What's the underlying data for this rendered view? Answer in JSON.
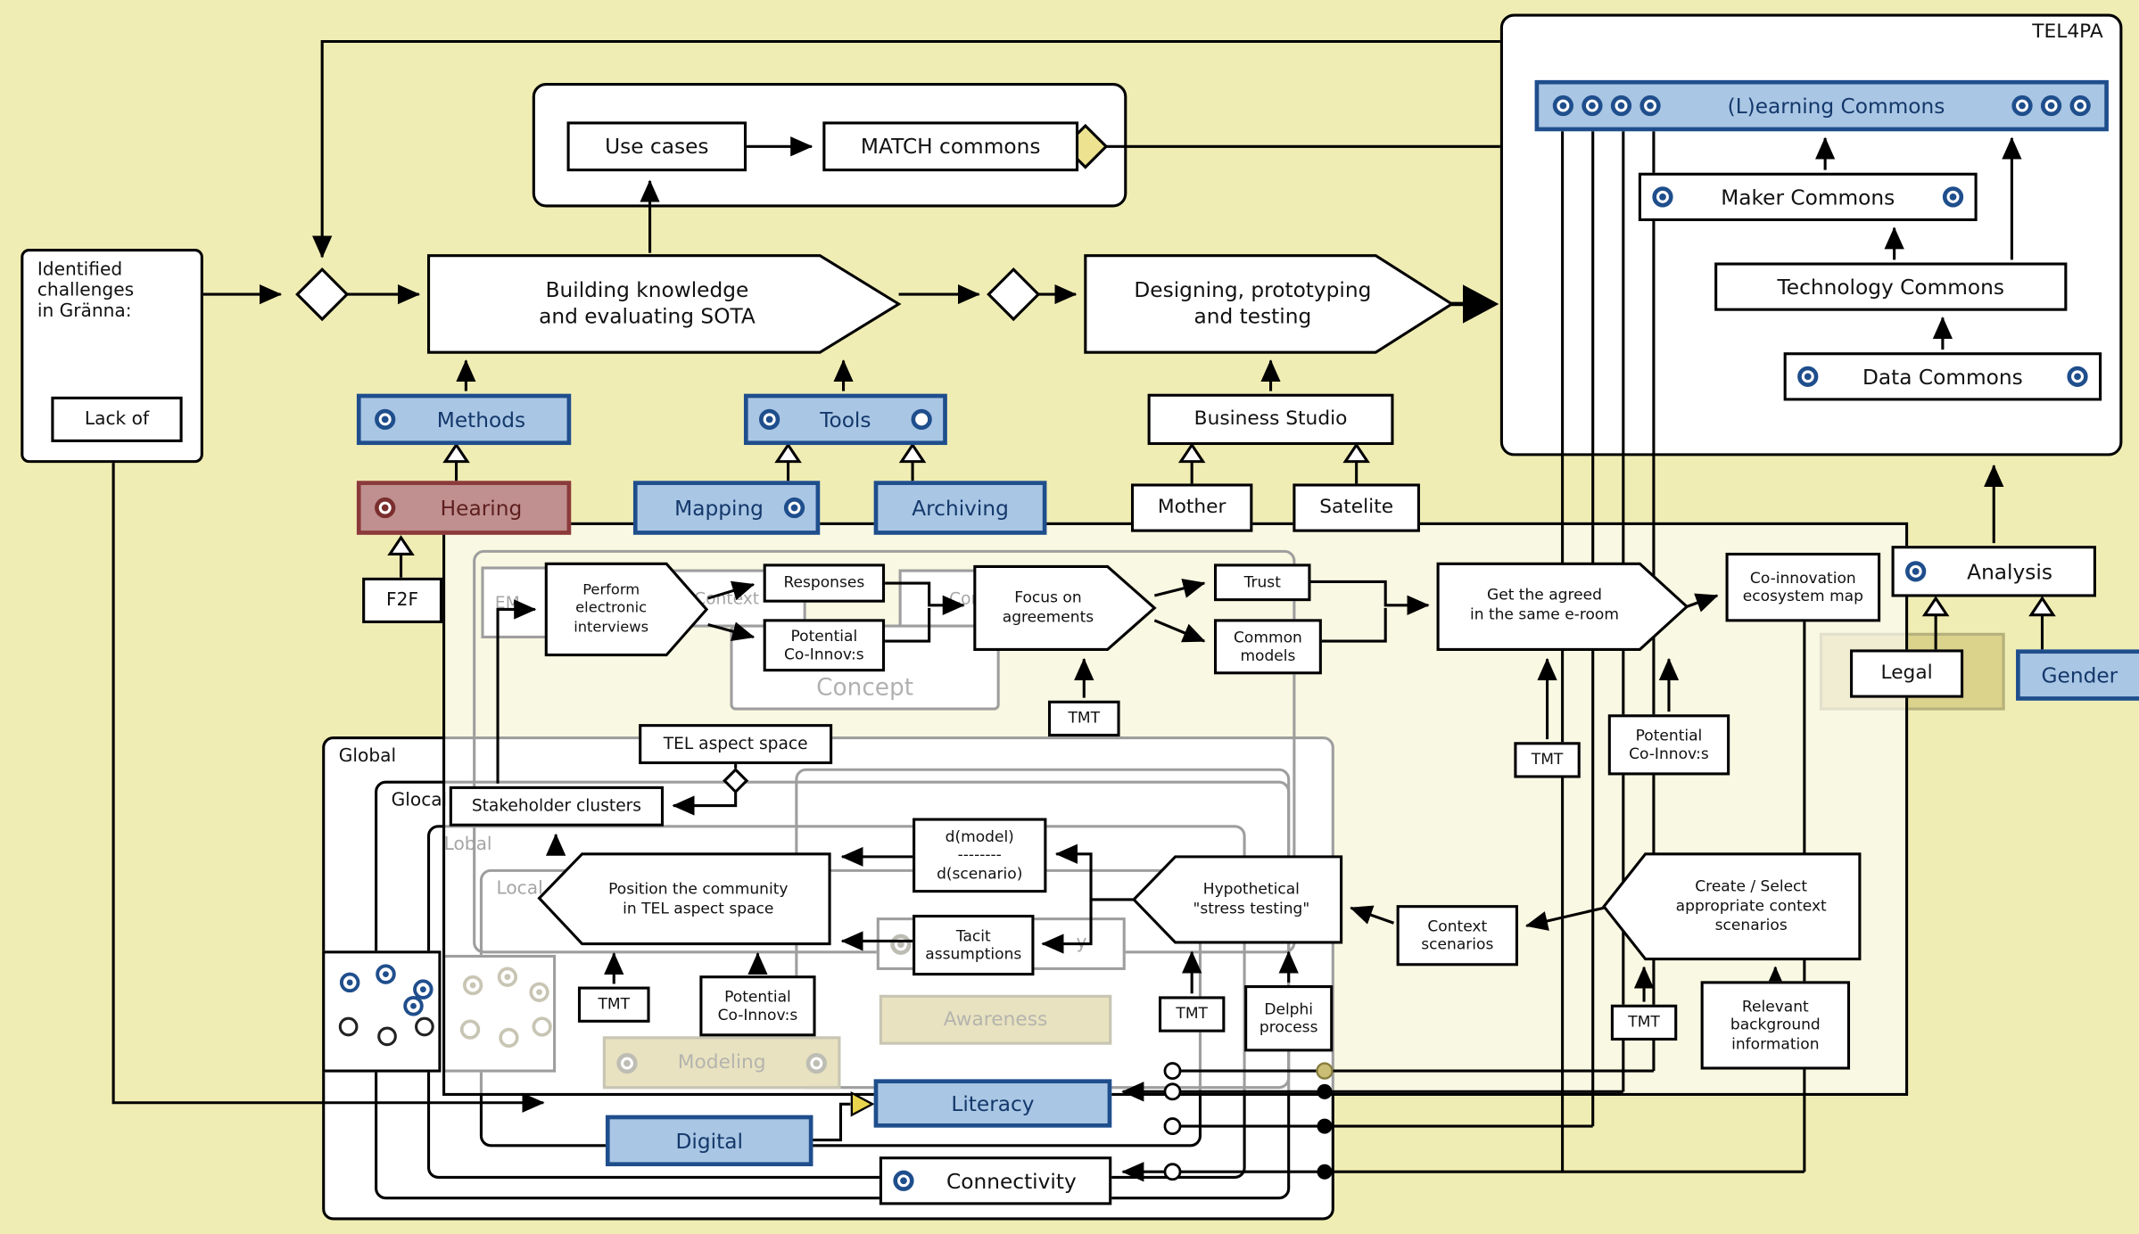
{
  "colors": {
    "background": "#f0edb4",
    "blue_fill": "#a9c6e4",
    "blue_border": "#1f4e8c",
    "blue_text": "#14386b",
    "red_fill": "#c08f8f",
    "red_border": "#8b3a3a",
    "yellow_accent": "#e8d44d"
  },
  "tel4pa": {
    "title": "TEL4PA",
    "learning_commons": "(L)earning Commons",
    "maker_commons": "Maker Commons",
    "technology_commons": "Technology Commons",
    "data_commons": "Data Commons"
  },
  "use_cases_group": {
    "use_cases": "Use cases",
    "match_commons": "MATCH commons"
  },
  "challenges": {
    "heading": "Identified\nchallenges\nin Gränna:",
    "lack_of": "Lack of"
  },
  "process": {
    "building": "Building knowledge\nand evaluating SOTA",
    "designing": "Designing, prototyping\nand testing"
  },
  "methods_tools": {
    "methods": "Methods",
    "tools": "Tools",
    "business_studio": "Business Studio",
    "hearing": "Hearing",
    "mapping": "Mapping",
    "archiving": "Archiving",
    "mother": "Mother",
    "satelite": "Satelite",
    "f2f": "F2F"
  },
  "analysis_group": {
    "analysis": "Analysis",
    "legal": "Legal",
    "gender": "Gender"
  },
  "top_flow": {
    "perform": "Perform\nelectronic\ninterviews",
    "responses": "Responses",
    "potential_coinnovs": "Potential\nCo-Innov:s",
    "focus": "Focus on\nagreements",
    "trust": "Trust",
    "common_models": "Common\nmodels",
    "tmt": "TMT",
    "get_agreed": "Get the agreed\nin the same e-room",
    "coinnovation_map": "Co-innovation\necosystem map"
  },
  "bottom_flow": {
    "tel_aspect_space": "TEL aspect space",
    "stakeholder_clusters": "Stakeholder clusters",
    "position_community": "Position the community\nin TEL aspect space",
    "d_model": "d(model)\n--------\nd(scenario)",
    "tacit": "Tacit\nassumptions",
    "hypothetical": "Hypothetical\n\"stress testing\"",
    "context_scenarios": "Context\nscenarios",
    "create_select": "Create / Select\nappropriate context\nscenarios",
    "tmt": "TMT",
    "potential_coinnovs": "Potential\nCo-Innov:s",
    "delphi": "Delphi\nprocess",
    "relevant_background": "Relevant\nbackground\ninformation"
  },
  "scopes": {
    "global": "Global",
    "glocal": "Glocal",
    "lobal": "Lobal",
    "local": "Local"
  },
  "capabilities": {
    "literacy": "Literacy",
    "digital": "Digital",
    "connectivity": "Connectivity"
  },
  "ghosts": {
    "em": "EM",
    "context": "Context",
    "concept": "Concept",
    "awareness": "Awareness",
    "modeling": "Modeling",
    "partial_y": "y"
  }
}
